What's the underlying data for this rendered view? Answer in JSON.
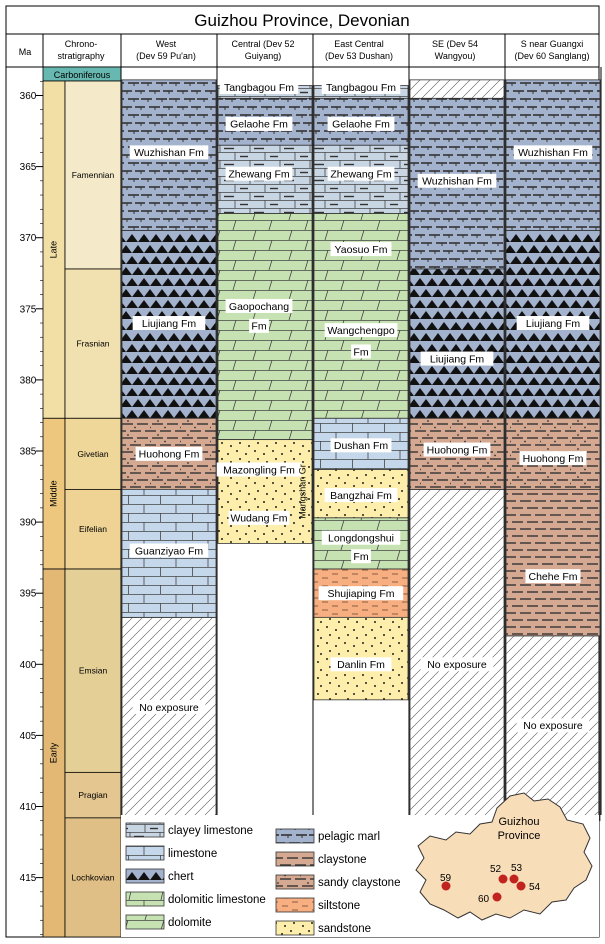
{
  "title": "Guizhou Province, Devonian",
  "header": {
    "ma": "Ma",
    "chrono": [
      "Chrono-",
      "stratigraphy"
    ],
    "columns": [
      [
        "West",
        "(Dev 59 Pu'an)"
      ],
      [
        "Central (Dev 52",
        "Guiyang)"
      ],
      [
        "East Central",
        "(Dev 53 Dushan)"
      ],
      [
        "SE (Dev 54",
        "Wangyou)"
      ],
      [
        "S near Guangxi",
        "(Dev 60 Sanglang)"
      ]
    ]
  },
  "age_ticks": [
    360,
    365,
    370,
    375,
    380,
    385,
    390,
    395,
    400,
    405,
    410,
    415
  ],
  "periods": {
    "carboniferous": "Carboniferous"
  },
  "epochs": [
    {
      "label": "Late",
      "top": 358.9,
      "bottom": 382.7
    },
    {
      "label": "Middle",
      "top": 382.7,
      "bottom": 393.3
    },
    {
      "label": "Early",
      "top": 393.3,
      "bottom": 419.2
    }
  ],
  "stages": [
    {
      "label": "Famennian",
      "top": 358.9,
      "bottom": 372.2
    },
    {
      "label": "Frasnian",
      "top": 372.2,
      "bottom": 382.7
    },
    {
      "label": "Givetian",
      "top": 382.7,
      "bottom": 387.7
    },
    {
      "label": "Eifelian",
      "top": 387.7,
      "bottom": 393.3
    },
    {
      "label": "Emsian",
      "top": 393.3,
      "bottom": 407.6
    },
    {
      "label": "Pragian",
      "top": 407.6,
      "bottom": 410.8
    },
    {
      "label": "Lochkovian",
      "top": 410.8,
      "bottom": 419.2
    }
  ],
  "columns": [
    {
      "units": [
        {
          "litho": "pelagic_marl",
          "top": 358.9,
          "bottom": 369.5
        },
        {
          "litho": "chert",
          "top": 369.5,
          "bottom": 382.7
        },
        {
          "litho": "sandy_claystone",
          "top": 382.7,
          "bottom": 387.7
        },
        {
          "litho": "limestone",
          "top": 387.7,
          "bottom": 396.7
        },
        {
          "litho": "no_exposure",
          "top": 396.7,
          "bottom": 411.0
        }
      ],
      "labels": [
        {
          "text": "Wuzhishan Fm",
          "age": 364.0
        },
        {
          "text": "Liujiang Fm",
          "age": 376.0
        },
        {
          "text": "Huohong Fm",
          "age": 385.2
        },
        {
          "text": "Guanziyao Fm",
          "age": 392.0
        },
        {
          "text": "No exposure",
          "age": 403.0
        }
      ]
    },
    {
      "units": [
        {
          "litho": "clayey_limestone",
          "top": 359.3,
          "bottom": 360.2
        },
        {
          "litho": "pelagic_marl",
          "top": 360.2,
          "bottom": 363.5
        },
        {
          "litho": "clayey_limestone",
          "top": 363.5,
          "bottom": 368.3
        },
        {
          "litho": "dolomite",
          "top": 368.3,
          "bottom": 384.2
        },
        {
          "litho": "sandstone",
          "top": 384.2,
          "bottom": 391.5
        }
      ],
      "labels": [
        {
          "text": "Tangbagou Fm",
          "age": 359.4
        },
        {
          "text": "Gelaohe Fm",
          "age": 362.0
        },
        {
          "text": "Zhewang Fm",
          "age": 365.5
        },
        {
          "text": "Gaopochang",
          "age": 374.8
        },
        {
          "text": "Fm",
          "age": 376.2
        },
        {
          "text": "Mazongling Fm",
          "age": 386.3
        },
        {
          "text": "Wudang Fm",
          "age": 389.7
        }
      ],
      "side_label": "Mangshan Gr"
    },
    {
      "units": [
        {
          "litho": "clayey_limestone",
          "top": 359.3,
          "bottom": 360.2
        },
        {
          "litho": "pelagic_marl",
          "top": 360.2,
          "bottom": 363.5
        },
        {
          "litho": "clayey_limestone",
          "top": 363.5,
          "bottom": 368.3
        },
        {
          "litho": "dolomite",
          "top": 368.3,
          "bottom": 382.7
        },
        {
          "litho": "limestone",
          "top": 382.7,
          "bottom": 386.3
        },
        {
          "litho": "sandstone",
          "top": 386.3,
          "bottom": 389.7
        },
        {
          "litho": "dolomite",
          "top": 389.7,
          "bottom": 393.3
        },
        {
          "litho": "siltstone",
          "top": 393.3,
          "bottom": 396.7
        },
        {
          "litho": "sandstone",
          "top": 396.7,
          "bottom": 402.5
        }
      ],
      "labels": [
        {
          "text": "Tangbagou Fm",
          "age": 359.4
        },
        {
          "text": "Gelaohe Fm",
          "age": 362.0
        },
        {
          "text": "Zhewang Fm",
          "age": 365.5
        },
        {
          "text": "Yaosuo Fm",
          "age": 370.8
        },
        {
          "text": "Wangchengpo",
          "age": 376.5
        },
        {
          "text": "Fm",
          "age": 378.0
        },
        {
          "text": "Dushan Fm",
          "age": 384.6
        },
        {
          "text": "Bangzhai Fm",
          "age": 388.1
        },
        {
          "text": "Longdongshui",
          "age": 391.1
        },
        {
          "text": "Fm",
          "age": 392.4
        },
        {
          "text": "Shujiaping Fm",
          "age": 395.0
        },
        {
          "text": "Danlin Fm",
          "age": 400.0
        }
      ]
    },
    {
      "units": [
        {
          "litho": "no_exposure",
          "top": 358.9,
          "bottom": 360.2
        },
        {
          "litho": "pelagic_marl",
          "top": 360.2,
          "bottom": 372.2
        },
        {
          "litho": "chert",
          "top": 372.2,
          "bottom": 382.7
        },
        {
          "litho": "sandy_claystone",
          "top": 382.7,
          "bottom": 387.7
        },
        {
          "litho": "no_exposure",
          "top": 387.7,
          "bottom": 411.0
        }
      ],
      "labels": [
        {
          "text": "Wuzhishan Fm",
          "age": 366.0
        },
        {
          "text": "Liujiang Fm",
          "age": 378.5
        },
        {
          "text": "Huohong Fm",
          "age": 384.9
        },
        {
          "text": "No exposure",
          "age": 400.0
        }
      ]
    },
    {
      "units": [
        {
          "litho": "pelagic_marl",
          "top": 358.9,
          "bottom": 369.5
        },
        {
          "litho": "chert",
          "top": 369.5,
          "bottom": 382.7
        },
        {
          "litho": "sandy_claystone",
          "top": 382.7,
          "bottom": 387.7
        },
        {
          "litho": "claystone",
          "top": 387.7,
          "bottom": 398.0
        },
        {
          "litho": "no_exposure",
          "top": 398.0,
          "bottom": 411.0
        }
      ],
      "labels": [
        {
          "text": "Wuzhishan Fm",
          "age": 364.0
        },
        {
          "text": "Liujiang Fm",
          "age": 376.0
        },
        {
          "text": "Huohong Fm",
          "age": 385.5
        },
        {
          "text": "Chehe Fm",
          "age": 393.8
        },
        {
          "text": "No exposure",
          "age": 404.3
        }
      ]
    }
  ],
  "legend": {
    "left": [
      {
        "litho": "clayey_limestone",
        "label": "clayey limestone"
      },
      {
        "litho": "limestone",
        "label": "limestone"
      },
      {
        "litho": "chert",
        "label": "chert"
      },
      {
        "litho": "dolomitic_limestone",
        "label": "dolomitic limestone"
      },
      {
        "litho": "dolomite",
        "label": "dolomite"
      }
    ],
    "right": [
      {
        "litho": "pelagic_marl",
        "label": "pelagic marl"
      },
      {
        "litho": "claystone",
        "label": "claystone"
      },
      {
        "litho": "sandy_claystone",
        "label": "sandy claystone"
      },
      {
        "litho": "siltstone",
        "label": "siltstone"
      },
      {
        "litho": "sandstone",
        "label": "sandstone"
      }
    ]
  },
  "map": {
    "title": [
      "Guizhou",
      "Province"
    ],
    "sites": [
      {
        "id": "59",
        "label": "59"
      },
      {
        "id": "52",
        "label": "52"
      },
      {
        "id": "53",
        "label": "53"
      },
      {
        "id": "54",
        "label": "54"
      },
      {
        "id": "60",
        "label": "60"
      }
    ]
  },
  "colors": {
    "carboniferous": "#67b8b0",
    "late": "#f2dfa6",
    "middle": "#eec77f",
    "early": "#e3b774",
    "famennian": "#f4e9c8",
    "frasnian": "#f2e1b0",
    "givetian": "#efd79a",
    "eifelian": "#efd394",
    "emsian": "#e4cf97",
    "pragian": "#e3c690",
    "lochkovian": "#e0bf86",
    "pelagic_marl": "#a3b2cd",
    "chert": "#a3b2cd",
    "clayey_limestone": "#c8d5e3",
    "limestone": "#c5d7ea",
    "dolomite": "#c7e2b2",
    "dolomitic_limestone": "#c7e2b2",
    "claystone": "#d5a991",
    "sandy_claystone": "#d5a991",
    "siltstone": "#f7ae80",
    "sandstone": "#fdeeab",
    "map_fill": "#f8ddb9",
    "site": "#c1241f"
  }
}
